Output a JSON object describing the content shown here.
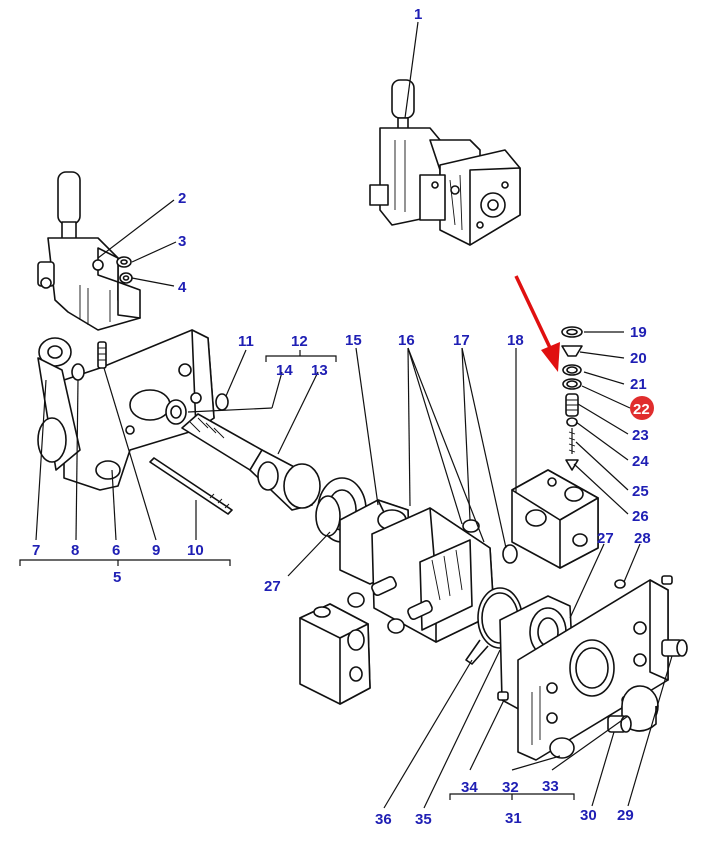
{
  "diagram": {
    "labels": {
      "p1": "1",
      "p2": "2",
      "p3": "3",
      "p4": "4",
      "p5": "5",
      "p6": "6",
      "p7": "7",
      "p8": "8",
      "p9": "9",
      "p10": "10",
      "p11": "11",
      "p12": "12",
      "p13": "13",
      "p14": "14",
      "p15": "15",
      "p16": "16",
      "p17": "17",
      "p18": "18",
      "p19": "19",
      "p20": "20",
      "p21": "21",
      "p22": "22",
      "p23": "23",
      "p24": "24",
      "p25": "25",
      "p26": "26",
      "p27a": "27",
      "p27b": "27",
      "p28": "28",
      "p29": "29",
      "p30": "30",
      "p31": "31",
      "p32": "32",
      "p33": "33",
      "p34": "34",
      "p35": "35",
      "p36": "36"
    },
    "highlighted_part": "22",
    "colors": {
      "label": "#1f1fb4",
      "highlight": "#e02d2d",
      "arrow": "#e01010",
      "line": "#111111"
    }
  }
}
